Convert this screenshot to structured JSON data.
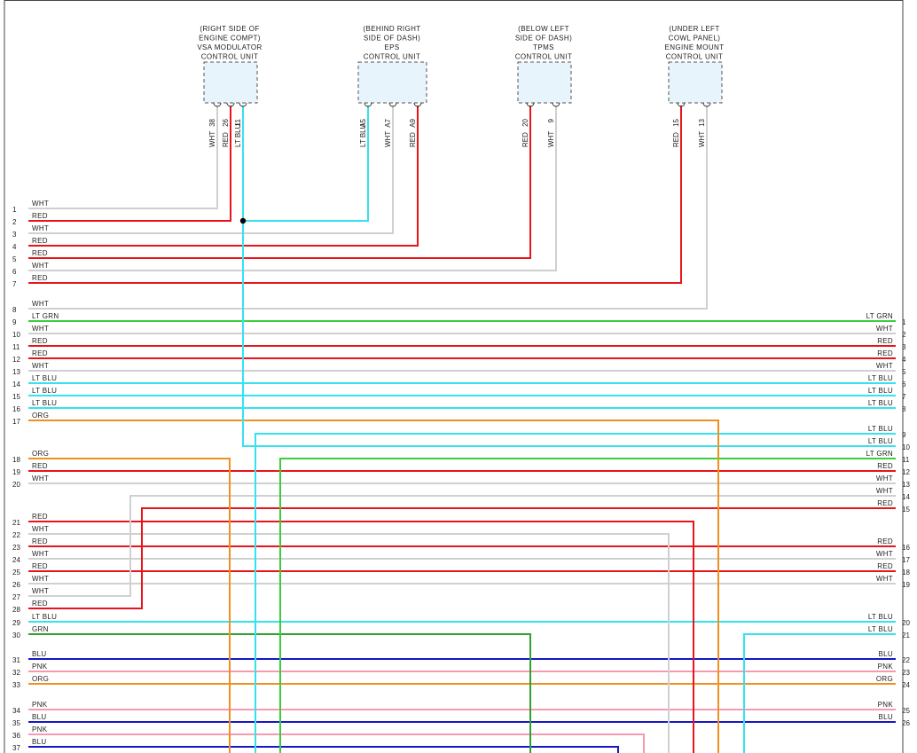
{
  "colors": {
    "WHT": "#d0d0d0",
    "RED": "#e8141b",
    "LT BLU": "#35e2ef",
    "LT GRN": "#3ccc3c",
    "GRN": "#2fa12f",
    "ORG": "#f0901e",
    "BLU": "#1616c8",
    "PNK": "#f59ab0"
  },
  "modules": [
    {
      "id": "vsa",
      "lines": [
        "(RIGHT SIDE OF",
        "ENGINE COMPT)",
        "VSA MODULATOR",
        "CONTROL UNIT"
      ],
      "pins": [
        {
          "pin": "38",
          "color": "WHT"
        },
        {
          "pin": "26",
          "color": "RED"
        },
        {
          "pin": "11",
          "color": "LT BLU"
        }
      ]
    },
    {
      "id": "eps",
      "lines": [
        "(BEHIND RIGHT",
        "SIDE OF DASH)",
        "EPS",
        "CONTROL UNIT"
      ],
      "pins": [
        {
          "pin": "A5",
          "color": "LT BLU"
        },
        {
          "pin": "A7",
          "color": "WHT"
        },
        {
          "pin": "A9",
          "color": "RED"
        }
      ]
    },
    {
      "id": "tpms",
      "lines": [
        "(BELOW LEFT",
        "SIDE OF DASH)",
        "TPMS",
        "CONTROL UNIT"
      ],
      "pins": [
        {
          "pin": "20",
          "color": "RED"
        },
        {
          "pin": "9",
          "color": "WHT"
        }
      ]
    },
    {
      "id": "engine-mount",
      "lines": [
        "(UNDER LEFT",
        "COWL PANEL)",
        "ENGINE MOUNT",
        "CONTROL UNIT"
      ],
      "pins": [
        {
          "pin": "15",
          "color": "RED"
        },
        {
          "pin": "13",
          "color": "WHT"
        }
      ]
    }
  ],
  "left_pins": [
    {
      "n": "1",
      "color": "WHT"
    },
    {
      "n": "2",
      "color": "RED"
    },
    {
      "n": "3",
      "color": "WHT"
    },
    {
      "n": "4",
      "color": "RED"
    },
    {
      "n": "5",
      "color": "RED"
    },
    {
      "n": "6",
      "color": "WHT"
    },
    {
      "n": "7",
      "color": "RED"
    },
    {
      "n": "8",
      "color": "WHT"
    },
    {
      "n": "9",
      "color": "LT GRN"
    },
    {
      "n": "10",
      "color": "WHT"
    },
    {
      "n": "11",
      "color": "RED"
    },
    {
      "n": "12",
      "color": "RED"
    },
    {
      "n": "13",
      "color": "WHT"
    },
    {
      "n": "14",
      "color": "LT BLU"
    },
    {
      "n": "15",
      "color": "LT BLU"
    },
    {
      "n": "16",
      "color": "LT BLU"
    },
    {
      "n": "17",
      "color": "ORG"
    },
    {
      "n": "18",
      "color": "ORG"
    },
    {
      "n": "19",
      "color": "RED"
    },
    {
      "n": "20",
      "color": "WHT"
    },
    {
      "n": "21",
      "color": "RED"
    },
    {
      "n": "22",
      "color": "WHT"
    },
    {
      "n": "23",
      "color": "RED"
    },
    {
      "n": "24",
      "color": "WHT"
    },
    {
      "n": "25",
      "color": "RED"
    },
    {
      "n": "26",
      "color": "WHT"
    },
    {
      "n": "27",
      "color": "WHT"
    },
    {
      "n": "28",
      "color": "RED"
    },
    {
      "n": "29",
      "color": "LT BLU"
    },
    {
      "n": "30",
      "color": "GRN"
    },
    {
      "n": "31",
      "color": "BLU"
    },
    {
      "n": "32",
      "color": "PNK"
    },
    {
      "n": "33",
      "color": "ORG"
    },
    {
      "n": "34",
      "color": "PNK"
    },
    {
      "n": "35",
      "color": "BLU"
    },
    {
      "n": "36",
      "color": "PNK"
    },
    {
      "n": "37",
      "color": "BLU"
    }
  ],
  "right_pins": [
    {
      "n": "1",
      "color": "LT GRN"
    },
    {
      "n": "2",
      "color": "WHT"
    },
    {
      "n": "3",
      "color": "RED"
    },
    {
      "n": "4",
      "color": "RED"
    },
    {
      "n": "5",
      "color": "WHT"
    },
    {
      "n": "6",
      "color": "LT BLU"
    },
    {
      "n": "7",
      "color": "LT BLU"
    },
    {
      "n": "8",
      "color": "LT BLU"
    },
    {
      "n": "9",
      "color": "LT BLU"
    },
    {
      "n": "10",
      "color": "LT BLU"
    },
    {
      "n": "11",
      "color": "LT GRN"
    },
    {
      "n": "12",
      "color": "RED"
    },
    {
      "n": "13",
      "color": "WHT"
    },
    {
      "n": "14",
      "color": "WHT"
    },
    {
      "n": "15",
      "color": "RED"
    },
    {
      "n": "16",
      "color": "RED"
    },
    {
      "n": "17",
      "color": "WHT"
    },
    {
      "n": "18",
      "color": "RED"
    },
    {
      "n": "19",
      "color": "WHT"
    },
    {
      "n": "20",
      "color": "LT BLU"
    },
    {
      "n": "21",
      "color": "LT BLU"
    },
    {
      "n": "22",
      "color": "BLU"
    },
    {
      "n": "23",
      "color": "PNK"
    },
    {
      "n": "24",
      "color": "ORG"
    },
    {
      "n": "25",
      "color": "PNK"
    },
    {
      "n": "26",
      "color": "BLU"
    }
  ]
}
